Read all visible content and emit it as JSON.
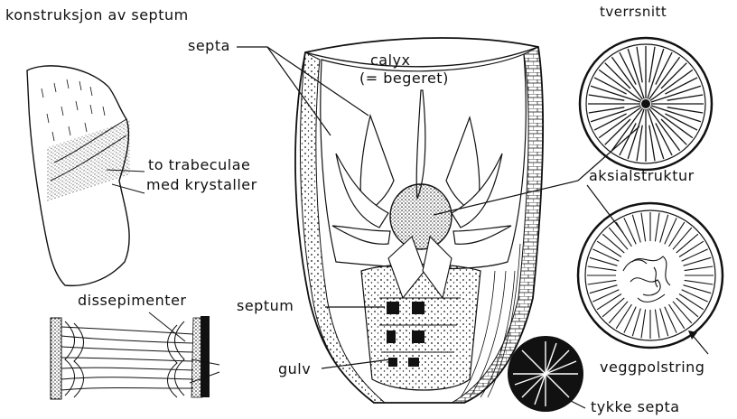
{
  "labels": {
    "title_left": "konstruksjon av septum",
    "title_right": "tverrsnitt",
    "septa": "septa",
    "calyx_line1": "calyx",
    "calyx_line2": "(= begeret)",
    "trabeculae_line1": "to trabeculae",
    "trabeculae_line2": "med krystaller",
    "aksialstruktur": "aksialstruktur",
    "dissepimenter": "dissepimenter",
    "septum": "septum",
    "gulv": "gulv",
    "veggpolstring": "veggpolstring",
    "tykke_septa": "tykke septa"
  },
  "colors": {
    "ink": "#111111",
    "paper": "#ffffff"
  }
}
